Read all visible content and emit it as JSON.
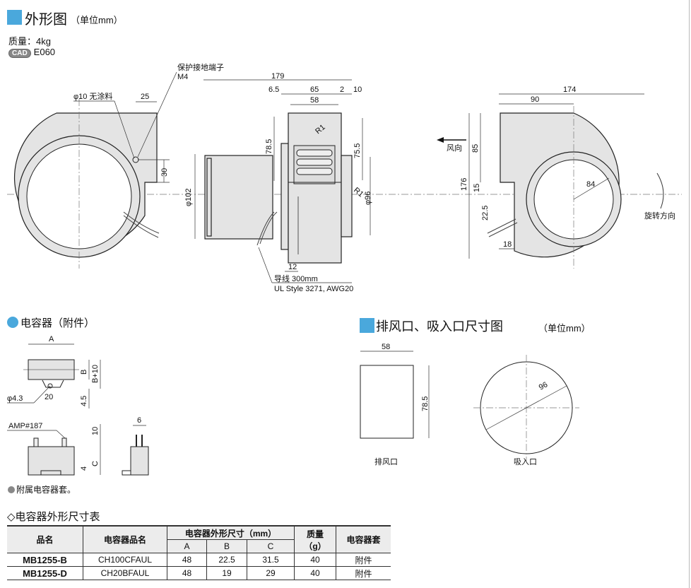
{
  "outline": {
    "title": "外形图",
    "unit": "（单位mm）",
    "mass": "质量：4kg",
    "cad_badge": "CAD",
    "cad_code": "E060",
    "front": {
      "ground_label": "保护接地端子",
      "ground_screw": "M4",
      "phi10": "φ10 无涂料",
      "d25": "25",
      "d30": "30"
    },
    "side": {
      "d179": "179",
      "d6_5": "6.5",
      "d65": "65",
      "d2": "2",
      "d10": "10",
      "d58": "58",
      "d78_5": "78.5",
      "d75_5": "75.5",
      "r1a": "R1",
      "r1b": "R1",
      "phi102": "φ102",
      "phi96": "φ96",
      "d12": "12",
      "lead": "导线 300mm",
      "lead_spec": "UL Style 3271, AWG20"
    },
    "rear": {
      "d174": "174",
      "d90": "90",
      "airflow": "风向",
      "d85": "85",
      "d176": "176",
      "d15": "15",
      "d22_5": "22.5",
      "d84": "84",
      "d18": "18",
      "rotation": "旋转方向"
    }
  },
  "capacitor": {
    "title": "电容器（附件）",
    "dA": "A",
    "dB": "B",
    "dB10": "B+10",
    "phi4_3": "φ4.3",
    "d20": "20",
    "d4_5": "4.5",
    "amp": "AMP#187",
    "d10": "10",
    "dC": "C",
    "d4": "4",
    "d6": "6",
    "note": "附属电容器套。"
  },
  "ports": {
    "title": "排风口、吸入口尺寸图",
    "unit": "（单位mm）",
    "d58": "58",
    "d78_5": "78.5",
    "d96": "96",
    "exhaust": "排风口",
    "intake": "吸入口"
  },
  "table": {
    "title": "◇电容器外形尺寸表",
    "headers": {
      "model": "品名",
      "cap_model": "电容器品名",
      "dims": "电容器外形尺寸（mm）",
      "a": "A",
      "b": "B",
      "c": "C",
      "mass": "质量",
      "mass_unit": "（g）",
      "cover": "电容器套"
    },
    "rows": [
      {
        "model": "MB1255-B",
        "cap_model": "CH100CFAUL",
        "a": "48",
        "b": "22.5",
        "c": "31.5",
        "mass": "40",
        "cover": "附件"
      },
      {
        "model": "MB1255-D",
        "cap_model": "CH20BFAUL",
        "a": "48",
        "b": "19",
        "c": "29",
        "mass": "40",
        "cover": "附件"
      }
    ]
  },
  "colors": {
    "accent": "#4aa8dc",
    "body": "#e4e4e4"
  }
}
